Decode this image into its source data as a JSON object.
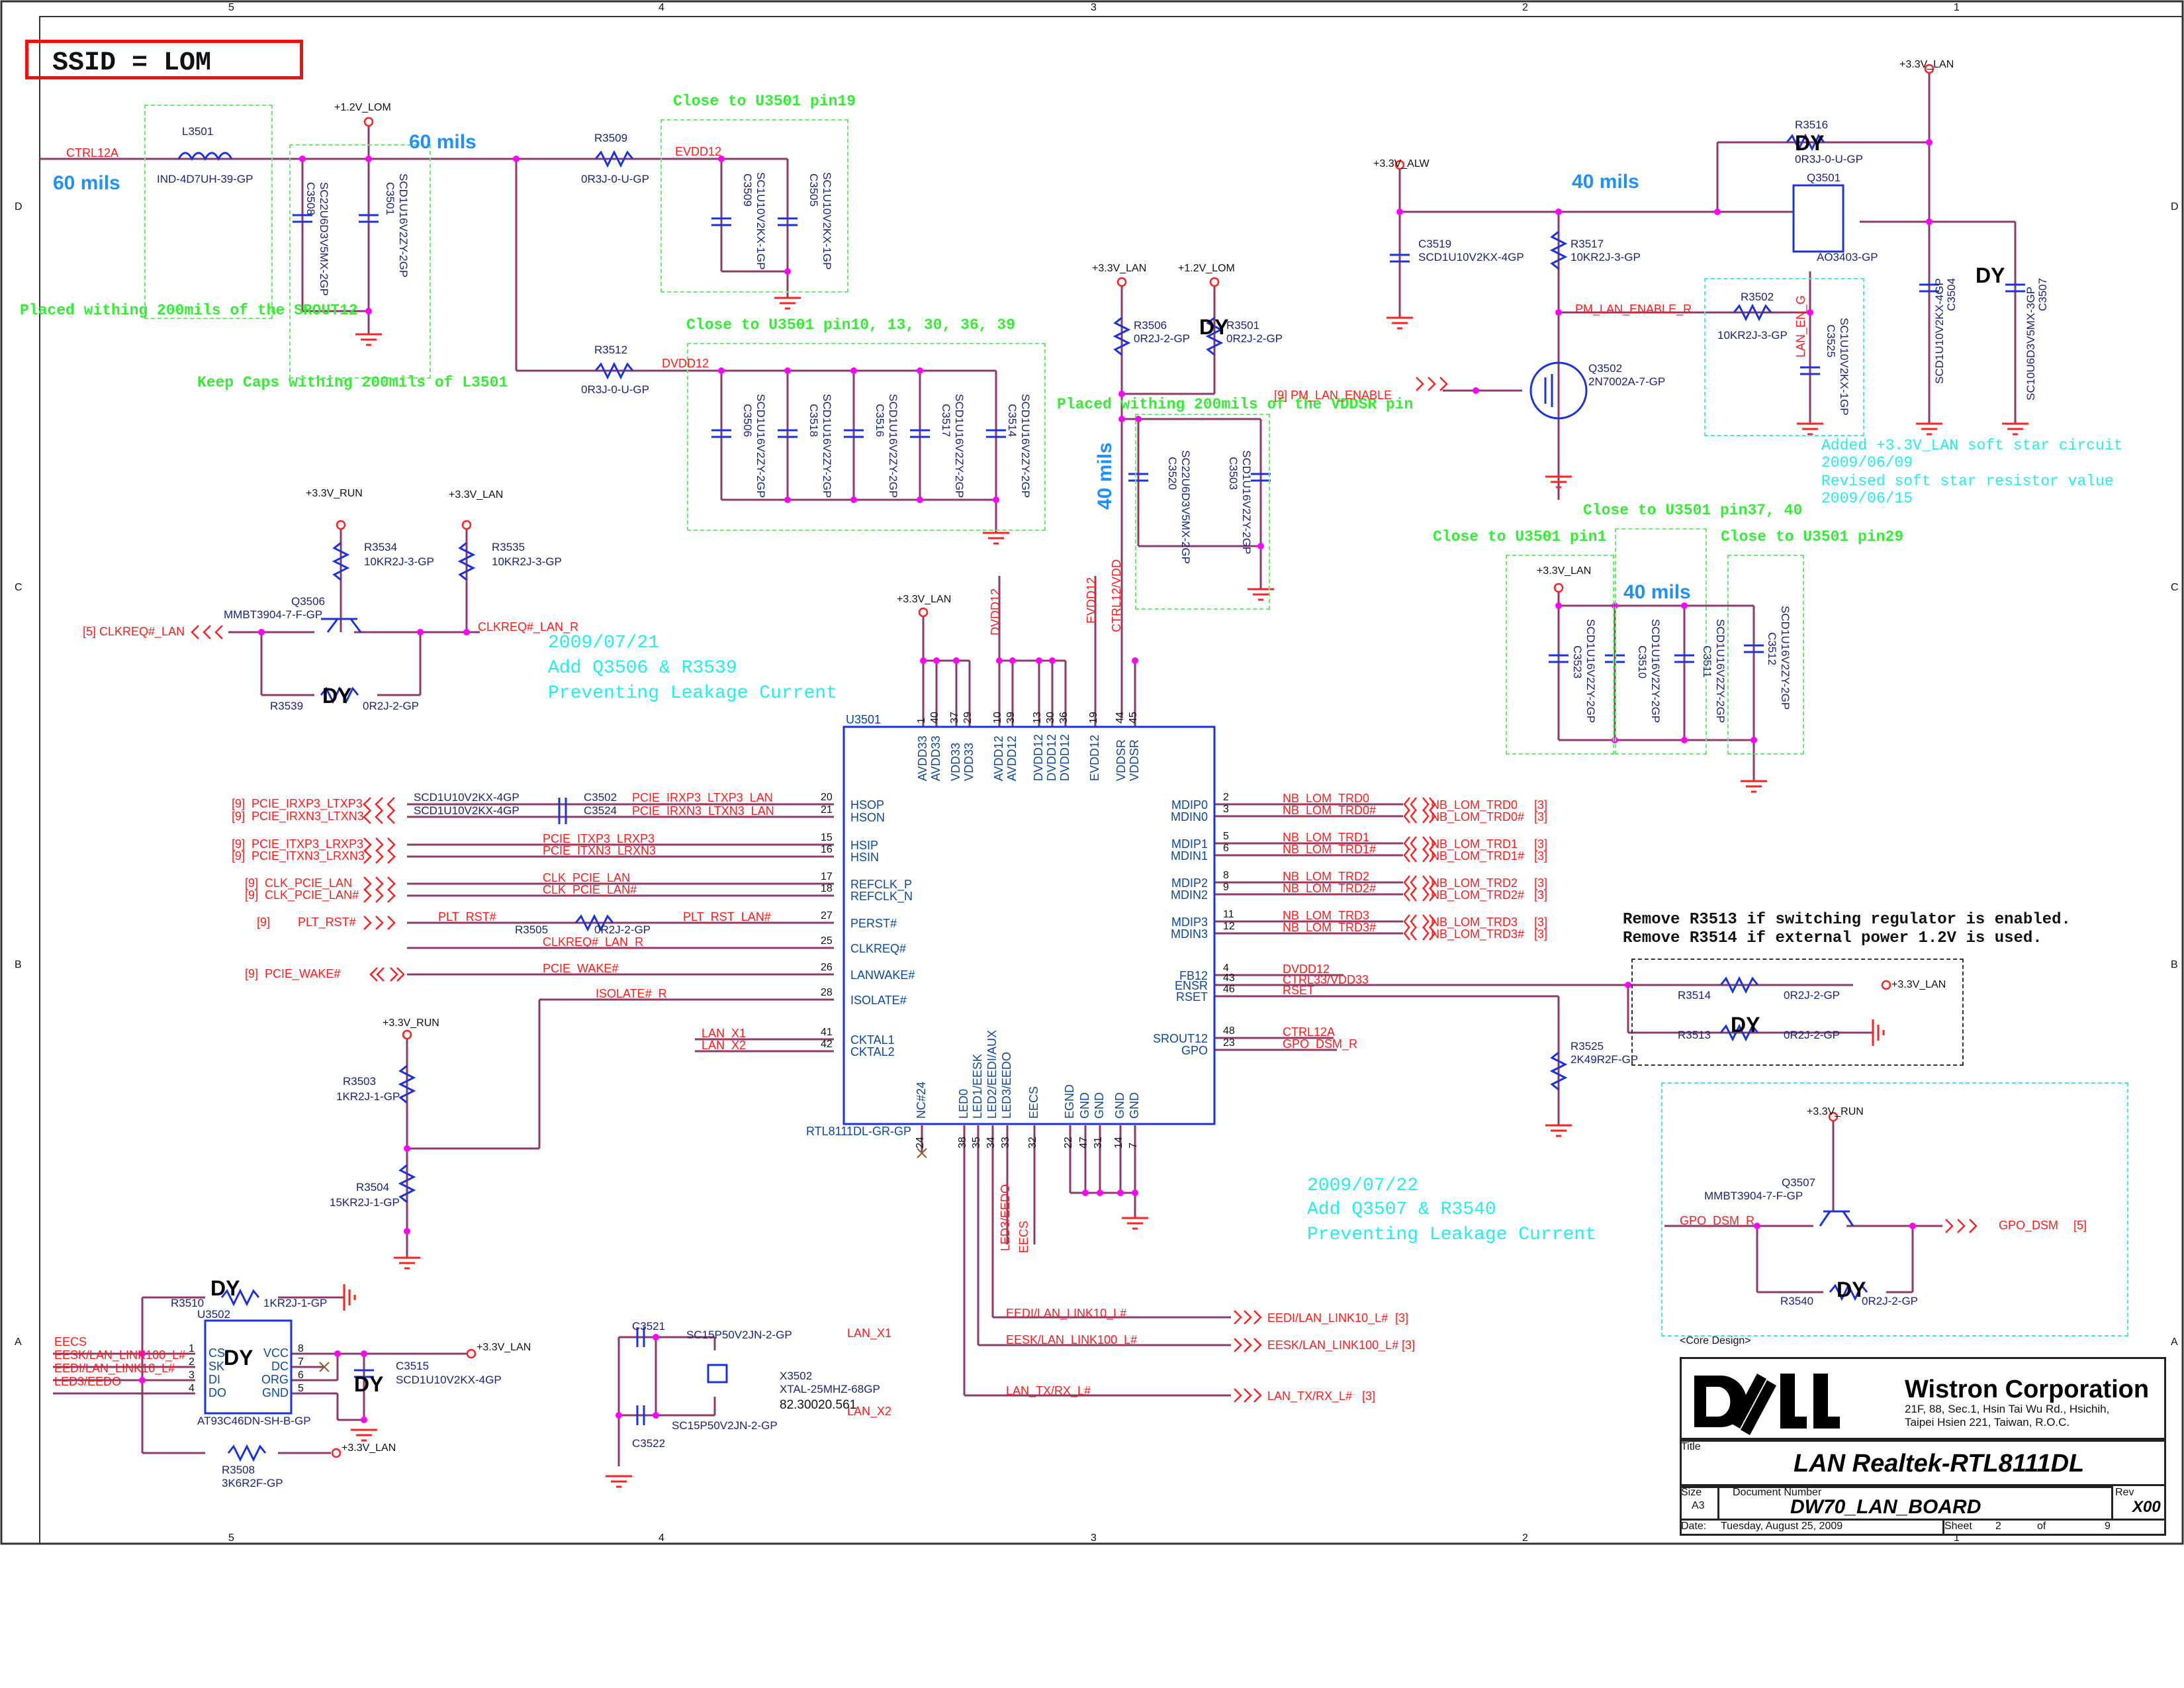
{
  "frame": {
    "col_labels": [
      "5",
      "4",
      "3",
      "2",
      "1"
    ],
    "row_labels": [
      "D",
      "C",
      "B",
      "A"
    ]
  },
  "ssid_label": "SSID = LOM",
  "mils": {
    "m60a": "60 mils",
    "m60b": "60 mils",
    "m40a": "40 mils",
    "m40b": "40 mils",
    "m40c": "40 mils"
  },
  "power_rails": {
    "v12_lom_a": "+1.2V_LOM",
    "v12_lom_b": "+1.2V_LOM",
    "v33_lan_a": "+3.3V_LAN",
    "v33_lan_b": "+3.3V_LAN",
    "v33_lan_c": "+3.3V_LAN",
    "v33_lan_d": "+3.3V_LAN",
    "v33_lan_e": "+3.3V_LAN",
    "v33_lan_f": "+3.3V_LAN",
    "v33_lan_g": "+3.3V_LAN",
    "v33_lan_h": "+3.3V_LAN",
    "v33_alw": "+3.3V_ALW",
    "v33_run_a": "+3.3V_RUN",
    "v33_run_b": "+3.3V_RUN",
    "v33_run_c": "+3.3V_RUN"
  },
  "notes": {
    "n1": "Placed withing 200mils of the SROUT12",
    "n2": "Keep Caps withing 200mils of L3501",
    "n3": "Close to U3501 pin19",
    "n4": "Close to U3501 pin10, 13, 30, 36, 39",
    "n5": "Placed withing 200mils of the VDDSR pin",
    "n6": "Close to U3501 pin37, 40",
    "n7": "Close to U3501 pin1",
    "n8": "Close to U3501 pin29",
    "n9": "Remove R3513 if switching regulator is enabled.",
    "n10": "Remove R3514 if external power 1.2V is used."
  },
  "revisions": {
    "r1": [
      "Added +3.3V_LAN soft star  circuit",
      "2009/06/09",
      "Revised soft star resistor value",
      "2009/06/15"
    ],
    "r2": [
      "2009/07/21",
      "Add Q3506 & R3539",
      "Preventing Leakage Current"
    ],
    "r3": [
      "2009/07/22",
      "Add Q3507 & R3540",
      "Preventing Leakage Current"
    ]
  },
  "components": {
    "L3501": {
      "ref": "L3501",
      "value": "IND-4D7UH-39-GP"
    },
    "C3508": {
      "ref": "C3508",
      "value": "SC22U6D3V5MX-2GP"
    },
    "C3501": {
      "ref": "C3501",
      "value": "SCD1U16V2ZY-2GP"
    },
    "R3509": {
      "ref": "R3509",
      "value": "0R3J-0-U-GP"
    },
    "R3512": {
      "ref": "R3512",
      "value": "0R3J-0-U-GP"
    },
    "C3509": {
      "ref": "C3509",
      "value": "SC1U10V2KX-1GP"
    },
    "C3505": {
      "ref": "C3505",
      "value": "SC1U10V2KX-1GP"
    },
    "C3506": {
      "ref": "C3506",
      "value": "SCD1U16V2ZY-2GP"
    },
    "C3518": {
      "ref": "C3518",
      "value": "SCD1U16V2ZY-2GP"
    },
    "C3516": {
      "ref": "C3516",
      "value": "SCD1U16V2ZY-2GP"
    },
    "C3517": {
      "ref": "C3517",
      "value": "SCD1U16V2ZY-2GP"
    },
    "C3514": {
      "ref": "C3514",
      "value": "SCD1U16V2ZY-2GP"
    },
    "R3506": {
      "ref": "R3506",
      "value": "0R2J-2-GP"
    },
    "R3501": {
      "ref": "R3501",
      "value": "0R2J-2-GP"
    },
    "C3520": {
      "ref": "C3520",
      "value": "SC22U6D3V5MX-2GP"
    },
    "C3503": {
      "ref": "C3503",
      "value": "SCD1U16V2ZY-2GP"
    },
    "C3519": {
      "ref": "C3519",
      "value": "SCD1U10V2KX-4GP"
    },
    "R3517": {
      "ref": "R3517",
      "value": "10KR2J-3-GP"
    },
    "R3516": {
      "ref": "R3516",
      "value": "0R3J-0-U-GP"
    },
    "Q3501": {
      "ref": "Q3501",
      "value": "AO3403-GP"
    },
    "Q3502": {
      "ref": "Q3502",
      "value": "2N7002A-7-GP"
    },
    "R3502": {
      "ref": "R3502",
      "value": "10KR2J-3-GP"
    },
    "C3525": {
      "ref": "C3525",
      "value": "SC1U10V2KX-1GP"
    },
    "C3504": {
      "ref": "C3504",
      "value": "SCD1U10V2KX-4GP"
    },
    "C3507": {
      "ref": "C3507",
      "value": "SC10U6D3V5MX-3GP"
    },
    "R3534": {
      "ref": "R3534",
      "value": "10KR2J-3-GP"
    },
    "R3535": {
      "ref": "R3535",
      "value": "10KR2J-3-GP"
    },
    "Q3506": {
      "ref": "Q3506",
      "value": "MMBT3904-7-F-GP"
    },
    "R3539": {
      "ref": "R3539",
      "value": "0R2J-2-GP"
    },
    "C3523": {
      "ref": "C3523",
      "value": "SCD1U16V2ZY-2GP"
    },
    "C3510": {
      "ref": "C3510",
      "value": "SCD1U16V2ZY-2GP"
    },
    "C3511": {
      "ref": "C3511",
      "value": "SCD1U16V2ZY-2GP"
    },
    "C3512": {
      "ref": "C3512",
      "value": "SCD1U16V2ZY-2GP"
    },
    "C3502": {
      "ref": "C3502",
      "value": "SCD1U10V2KX-4GP"
    },
    "C3524": {
      "ref": "C3524",
      "value": "SCD1U10V2KX-4GP"
    },
    "R3505": {
      "ref": "R3505",
      "value": "0R2J-2-GP"
    },
    "R3503": {
      "ref": "R3503",
      "value": "1KR2J-1-GP"
    },
    "R3504": {
      "ref": "R3504",
      "value": "15KR2J-1-GP"
    },
    "R3514": {
      "ref": "R3514",
      "value": "0R2J-2-GP"
    },
    "R3513": {
      "ref": "R3513",
      "value": "0R2J-2-GP"
    },
    "R3525": {
      "ref": "R3525",
      "value": "2K49R2F-GP"
    },
    "Q3507": {
      "ref": "Q3507",
      "value": "MMBT3904-7-F-GP"
    },
    "R3540": {
      "ref": "R3540",
      "value": "0R2J-2-GP"
    },
    "R3510": {
      "ref": "R3510",
      "value": "1KR2J-1-GP"
    },
    "U3502": {
      "ref": "U3502",
      "value": "AT93C46DN-SH-B-GP"
    },
    "C3515": {
      "ref": "C3515",
      "value": "SCD1U10V2KX-4GP"
    },
    "R3508": {
      "ref": "R3508",
      "value": "3K6R2F-GP"
    },
    "C3521": {
      "ref": "C3521",
      "value": "SC15P50V2JN-2-GP"
    },
    "C3522": {
      "ref": "C3522",
      "value": "SC15P50V2JN-2-GP"
    },
    "X3502": {
      "ref": "X3502",
      "value": "XTAL-25MHZ-68GP",
      "pn": "82.30020.561"
    }
  },
  "dy_mark": "DY",
  "u3501": {
    "ref": "U3501",
    "part": "RTL8111DL-GR-GP",
    "top_pins": [
      {
        "num": "1",
        "name": "AVDD33"
      },
      {
        "num": "40",
        "name": "AVDD33"
      },
      {
        "num": "37",
        "name": "VDD33"
      },
      {
        "num": "29",
        "name": "VDD33"
      },
      {
        "num": "10",
        "name": "AVDD12"
      },
      {
        "num": "39",
        "name": "AVDD12"
      },
      {
        "num": "13",
        "name": "DVDD12"
      },
      {
        "num": "30",
        "name": "DVDD12"
      },
      {
        "num": "36",
        "name": "DVDD12"
      },
      {
        "num": "19",
        "name": "EVDD12"
      },
      {
        "num": "44",
        "name": "VDDSR"
      },
      {
        "num": "45",
        "name": "VDDSR"
      }
    ],
    "left_pins": [
      {
        "num": "20",
        "name": "HSOP"
      },
      {
        "num": "21",
        "name": "HSON"
      },
      {
        "num": "15",
        "name": "HSIP"
      },
      {
        "num": "16",
        "name": "HSIN"
      },
      {
        "num": "17",
        "name": "REFCLK_P"
      },
      {
        "num": "18",
        "name": "REFCLK_N"
      },
      {
        "num": "27",
        "name": "PERST#"
      },
      {
        "num": "25",
        "name": "CLKREQ#"
      },
      {
        "num": "26",
        "name": "LANWAKE#"
      },
      {
        "num": "28",
        "name": "ISOLATE#"
      },
      {
        "num": "41",
        "name": "CKTAL1"
      },
      {
        "num": "42",
        "name": "CKTAL2"
      }
    ],
    "right_pins": [
      {
        "num": "2",
        "name": "MDIP0"
      },
      {
        "num": "3",
        "name": "MDIN0"
      },
      {
        "num": "5",
        "name": "MDIP1"
      },
      {
        "num": "6",
        "name": "MDIN1"
      },
      {
        "num": "8",
        "name": "MDIP2"
      },
      {
        "num": "9",
        "name": "MDIN2"
      },
      {
        "num": "11",
        "name": "MDIP3"
      },
      {
        "num": "12",
        "name": "MDIN3"
      },
      {
        "num": "4",
        "name": "FB12"
      },
      {
        "num": "43",
        "name": "ENSR"
      },
      {
        "num": "46",
        "name": "RSET"
      },
      {
        "num": "48",
        "name": "SROUT12"
      },
      {
        "num": "23",
        "name": "GPO"
      }
    ],
    "bottom_pins": [
      {
        "num": "24",
        "name": "NC#24"
      },
      {
        "num": "38",
        "name": "LED0"
      },
      {
        "num": "35",
        "name": "LED1/EESK"
      },
      {
        "num": "34",
        "name": "LED2/EEDI/AUX"
      },
      {
        "num": "33",
        "name": "LED3/EEDO"
      },
      {
        "num": "32",
        "name": "EECS"
      },
      {
        "num": "22",
        "name": "EGND"
      },
      {
        "num": "47",
        "name": "GND"
      },
      {
        "num": "31",
        "name": "GND"
      },
      {
        "num": "14",
        "name": "GND"
      },
      {
        "num": "7",
        "name": "GND"
      }
    ]
  },
  "u3502_pins": {
    "left": [
      "CS",
      "SK",
      "DI",
      "DO"
    ],
    "right": [
      "VCC",
      "DC",
      "ORG",
      "GND"
    ],
    "lnum": [
      "1",
      "2",
      "3",
      "4"
    ],
    "rnum": [
      "8",
      "7",
      "6",
      "5"
    ]
  },
  "nets": {
    "ctrl12a": "CTRL12A",
    "evdd12": "EVDD12",
    "dvdd12": "DVDD12",
    "pm_lan_enable_r": "PM_LAN_ENABLE_R",
    "lan_en_g": "LAN_EN_G",
    "pm_lan_enable": "[9]  PM_LAN_ENABLE",
    "clkreq_lan": "[5]  CLKREQ#_LAN",
    "clkreq_lan_r": "CLKREQ#_LAN_R",
    "top_dvdd12": "DVDD12",
    "top_evdd12": "EVDD12",
    "top_ctrl12": "CTRL12/VDD",
    "left_offpage": [
      {
        "tag": "[9]",
        "name": "PCIE_IRXP3_LTXP3"
      },
      {
        "tag": "[9]",
        "name": "PCIE_IRXN3_LTXN3"
      },
      {
        "tag": "[9]",
        "name": "PCIE_ITXP3_LRXP3"
      },
      {
        "tag": "[9]",
        "name": "PCIE_ITXN3_LRXN3"
      },
      {
        "tag": "[9]",
        "name": "CLK_PCIE_LAN"
      },
      {
        "tag": "[9]",
        "name": "CLK_PCIE_LAN#"
      },
      {
        "tag": "[9]",
        "name": "PLT_RST#"
      },
      {
        "tag": "[9]",
        "name": "PCIE_WAKE#"
      }
    ],
    "left_wires": [
      "PCIE_IRXP3_LTXP3_LAN",
      "PCIE_IRXN3_LTXN3_LAN",
      "PCIE_ITXP3_LRXP3",
      "PCIE_ITXN3_LRXN3",
      "CLK_PCIE_LAN",
      "CLK_PCIE_LAN#",
      "PLT_RST#",
      "PLT_RST_LAN#",
      "CLKREQ#_LAN_R",
      "PCIE_WAKE#",
      "ISOLATE#_R",
      "LAN_X1",
      "LAN_X2"
    ],
    "right_wires": [
      "NB_LOM_TRD0",
      "NB_LOM_TRD0#",
      "NB_LOM_TRD1",
      "NB_LOM_TRD1#",
      "NB_LOM_TRD2",
      "NB_LOM_TRD2#",
      "NB_LOM_TRD3",
      "NB_LOM_TRD3#"
    ],
    "right_offpage": [
      {
        "name": "NB_LOM_TRD0",
        "tag": "[3]"
      },
      {
        "name": "NB_LOM_TRD0#",
        "tag": "[3]"
      },
      {
        "name": "NB_LOM_TRD1",
        "tag": "[3]"
      },
      {
        "name": "NB_LOM_TRD1#",
        "tag": "[3]"
      },
      {
        "name": "NB_LOM_TRD2",
        "tag": "[3]"
      },
      {
        "name": "NB_LOM_TRD2#",
        "tag": "[3]"
      },
      {
        "name": "NB_LOM_TRD3",
        "tag": "[3]"
      },
      {
        "name": "NB_LOM_TRD3#",
        "tag": "[3]"
      }
    ],
    "fb12": "DVDD12",
    "ensr": "CTRL33/VDD33",
    "rset": "RSET",
    "srout12": "CTRL12A",
    "gpo": "GPO_DSM_R",
    "gpo_dsm_r": "GPO_DSM_R",
    "gpo_dsm": "GPO_DSM",
    "gpo_dsm_tag": "[5]",
    "led3_eedo": "LED3/EEDO",
    "eecs_v": "EECS",
    "bottom_wires": [
      "EEDI/LAN_LINK10_L#",
      "EESK/LAN_LINK100_L#",
      "LAN_TX/RX_L#"
    ],
    "bottom_offpage": [
      {
        "name": "EEDI/LAN_LINK10_L#",
        "tag": "[3]"
      },
      {
        "name": "EESK/LAN_LINK100_L#",
        "tag": "[3]"
      },
      {
        "name": "LAN_TX/RX_L#",
        "tag": "[3]"
      }
    ],
    "eeprom_nets": [
      "EECS",
      "EESK/LAN_LINK100_L#",
      "EEDI/LAN_LINK10_L#",
      "LED3/EEDO"
    ],
    "lan_x1": "LAN_X1",
    "lan_x2": "LAN_X2"
  },
  "title_block": {
    "core_design": "<Core Design>",
    "logo": "DELL",
    "company": "Wistron Corporation",
    "address1": "21F, 88, Sec.1, Hsin Tai Wu Rd., Hsichih,",
    "address2": "Taipei Hsien 221, Taiwan, R.O.C.",
    "title_label": "Title",
    "title": "LAN Realtek-RTL8111DL",
    "size_label": "Size",
    "size": "A3",
    "docnum_label": "Document Number",
    "docnum": "DW70_LAN_BOARD",
    "rev_label": "Rev",
    "rev": "X00",
    "date_label": "Date:",
    "date": "Tuesday, August 25, 2009",
    "sheet_label": "Sheet",
    "sheet": "2",
    "of_label": "of",
    "total": "9"
  },
  "colors": {
    "wire": "#8b3a6a",
    "pin": "#ff2020",
    "body": "#1a33dd",
    "junction": "#ff00ff",
    "note": "#33ee33",
    "revnote": "#22eeee",
    "mils": "#1e90ff"
  }
}
